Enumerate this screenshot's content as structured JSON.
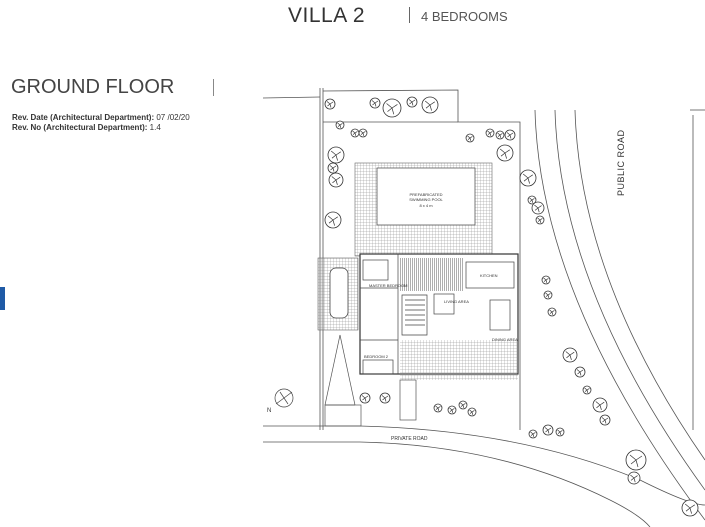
{
  "header": {
    "title": "VILLA 2",
    "subtitle": "4 BEDROOMS"
  },
  "floor": {
    "title": "GROUND FLOOR",
    "rev_date_label": "Rev. Date (Architectural Department):",
    "rev_date": "07 /02/20",
    "rev_no_label": "Rev. No (Architectural Department):",
    "rev_no": "1.4"
  },
  "plan": {
    "pool_label": "PREFABRICATED",
    "pool_label2": "SWIMMING POOL",
    "pool_size": "8 x 4 m",
    "master_bedroom": "MASTER BEDROOM",
    "kitchen": "KITCHEN",
    "living_area": "LIVING AREA",
    "dining_area": "DINING AREA",
    "bedroom2": "BEDROOM 2",
    "private_road": "PRIVATE ROAD",
    "public_road": "PUBLIC ROAD",
    "compass": "N"
  },
  "colors": {
    "accent": "#1f5aa6",
    "line": "#555555"
  }
}
